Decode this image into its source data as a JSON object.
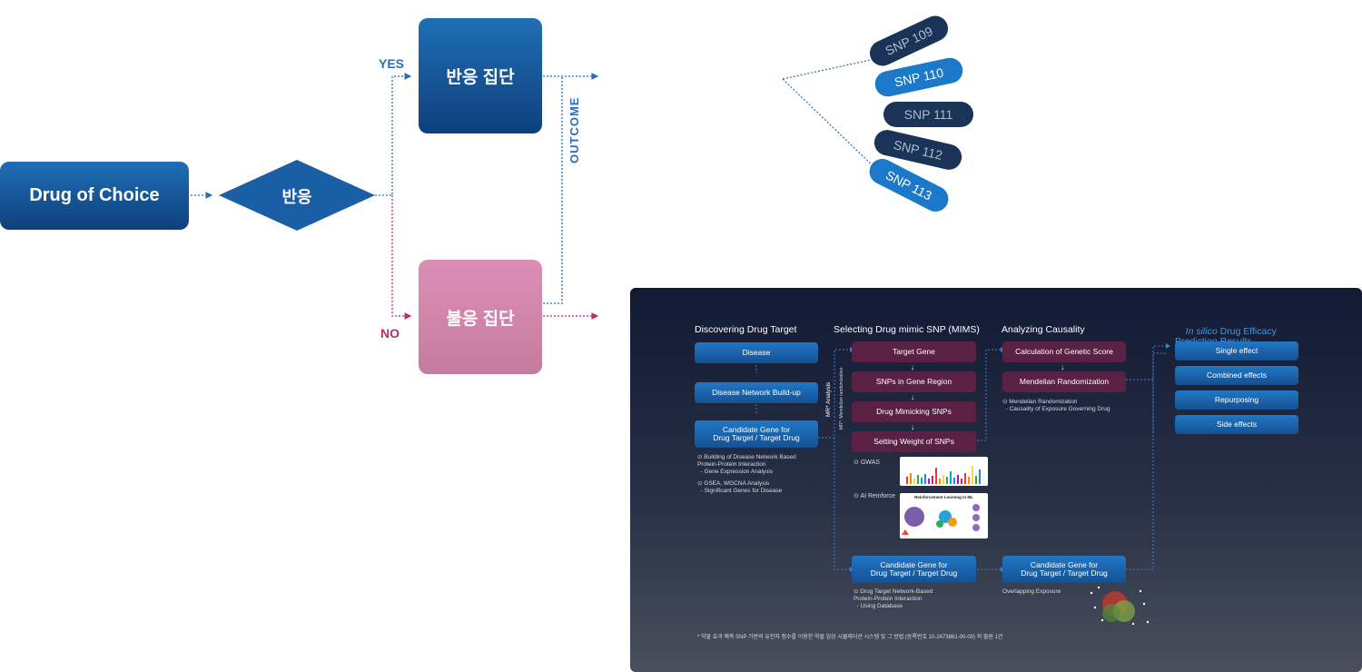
{
  "flow": {
    "start": "Drug of Choice",
    "decision": "반응",
    "yes_label": "YES",
    "no_label": "NO",
    "responder": "반응 집단",
    "nonresponder": "불응 집단",
    "outcome_label": "OUTCOME"
  },
  "snps": [
    "SNP 109",
    "SNP 110",
    "SNP 111",
    "SNP 112",
    "SNP 113"
  ],
  "panel": {
    "col1": {
      "title": "Discovering Drug Target",
      "steps": [
        "Disease",
        "Disease Network Build-up",
        "Candidate Gene for\nDrug Target / Target Drug"
      ],
      "note1": "Building of Disease Network Based\nProtein-Protein Interaction\n  - Gene Expression Analysis",
      "note2": "GSEA, WGCNA Analysis\n  - Significant Genes for Disease"
    },
    "vertical_labels": [
      "MR* Analysis",
      "MR*: Mendelian randomization"
    ],
    "col2": {
      "title": "Selecting Drug mimic SNP (MIMS)",
      "steps": [
        "Target Gene",
        "SNPs in Gene Region",
        "Drug Mimicking SNPs",
        "Setting Weight of SNPs"
      ],
      "gwas": "GWAS",
      "ai": "AI Reinforce",
      "rl_title": "Reinforcement Learning in ML",
      "bottom": "Candidate Gene for\nDrug Target / Target Drug",
      "bottom_note": "Drug Target Network-Based\nProtein-Protein Interaction\n  - Using Database"
    },
    "col3": {
      "title": "Analyzing Causality",
      "steps": [
        "Calculation of Genetic Score",
        "Mendelian Randomization"
      ],
      "note": "Mendelian Randomization\n  - Causality of Exposure Governing Drug",
      "bottom": "Candidate Gene for\nDrug Target / Target Drug",
      "bottom_note": "Overlapping Exposure"
    },
    "col4": {
      "title_italic": "In silico",
      "title_rest": " Drug Efficacy\nPrediction Results",
      "results": [
        "Single effect",
        "Combined effects",
        "Repurposing",
        "Side effects"
      ]
    },
    "footnote": "* 약물 효과 예측 SNP 기반의 유전자 점수를 이용한 약물 임상 시뮬레이션 시스템 및 그 방법 (등록번호 10-2473861-00-00) 외 출원 1건"
  },
  "colors": {
    "blue": "#1c5fa3",
    "pink": "#c0286b",
    "panel": "#1a2238"
  }
}
